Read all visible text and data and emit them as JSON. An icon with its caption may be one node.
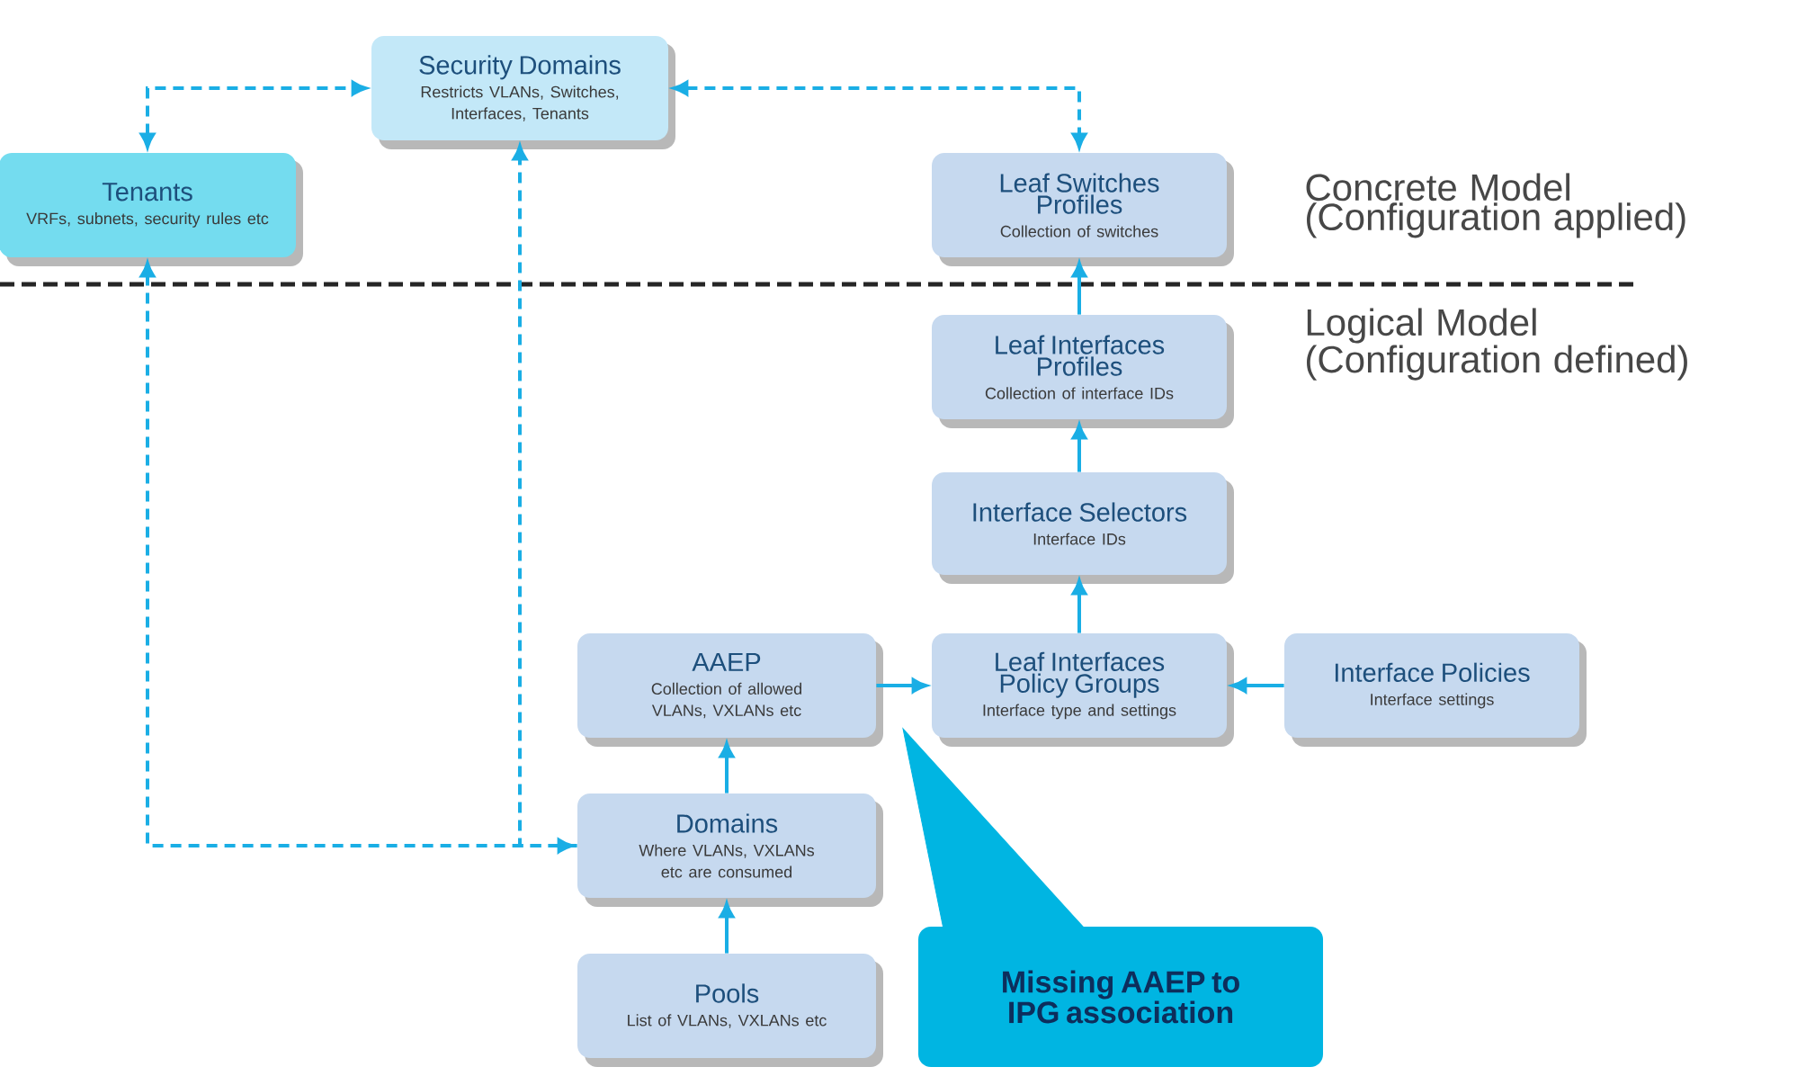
{
  "diagram": {
    "nodes": [
      {
        "text": [
          "Security Domains",
          "Restricts VLANs, Switches, Interfaces, Tenants"
        ]
      },
      {
        "text": [
          "Tenants",
          "VRFs, subnets, security rules etc"
        ]
      },
      {
        "text": [
          "Leaf Switches Profiles",
          "Collection of switches"
        ]
      },
      {
        "text": [
          "Leaf Interfaces Profiles",
          "Collection of interface IDs"
        ]
      },
      {
        "text": [
          "Interface Selectors",
          "Interface IDs"
        ]
      },
      {
        "text": [
          "AAEP",
          "Collection of allowed VLANs, VXLANs etc"
        ]
      },
      {
        "text": [
          "Leaf Interfaces Policy Groups",
          "Interface type and settings"
        ]
      },
      {
        "text": [
          "Interface Policies",
          "Interface settings"
        ]
      },
      {
        "text": [
          "Domains",
          "Where VLANs, VXLANs etc are consumed"
        ]
      },
      {
        "text": [
          "Pools",
          "List of VLANs, VXLANs etc"
        ]
      },
      {
        "text": [
          "Missing AAEP to IPG association"
        ]
      }
    ],
    "edges": [
      {
        "from": 1,
        "to": 0,
        "arrow": "both",
        "style": "dashed"
      },
      {
        "from": 0,
        "to": 2,
        "arrow": "both",
        "style": "dashed"
      },
      {
        "from": 8,
        "to": 1,
        "arrow": "both",
        "style": "dashed"
      },
      {
        "from": 8,
        "to": 0,
        "arrow": "to",
        "style": "dashed"
      },
      {
        "from": 9,
        "to": 8,
        "arrow": "to"
      },
      {
        "from": 8,
        "to": 5,
        "arrow": "to"
      },
      {
        "from": 5,
        "to": 6,
        "arrow": "to"
      },
      {
        "from": 7,
        "to": 6,
        "arrow": "to"
      },
      {
        "from": 6,
        "to": 4,
        "arrow": "to"
      },
      {
        "from": 4,
        "to": 3,
        "arrow": "to"
      },
      {
        "from": 3,
        "to": 2,
        "arrow": "to"
      },
      {
        "from": 10,
        "to": null,
        "arrow": "to"
      }
    ],
    "labels": [
      "Concrete Model (Configuration applied)",
      "Logical Model (Configuration defined)"
    ]
  }
}
